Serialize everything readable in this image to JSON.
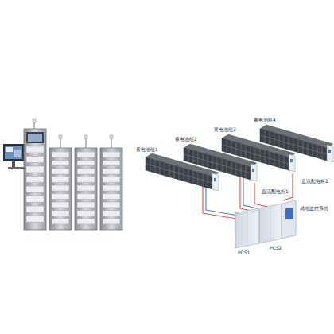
{
  "diagram": {
    "labels": [
      "蓄电池组4",
      "蓄电池组3",
      "蓄电池组2",
      "蓄电池组1",
      "直流配电柜2",
      "直流配电柜1",
      "就地监控系统",
      "PCS2",
      "PCS1"
    ]
  }
}
